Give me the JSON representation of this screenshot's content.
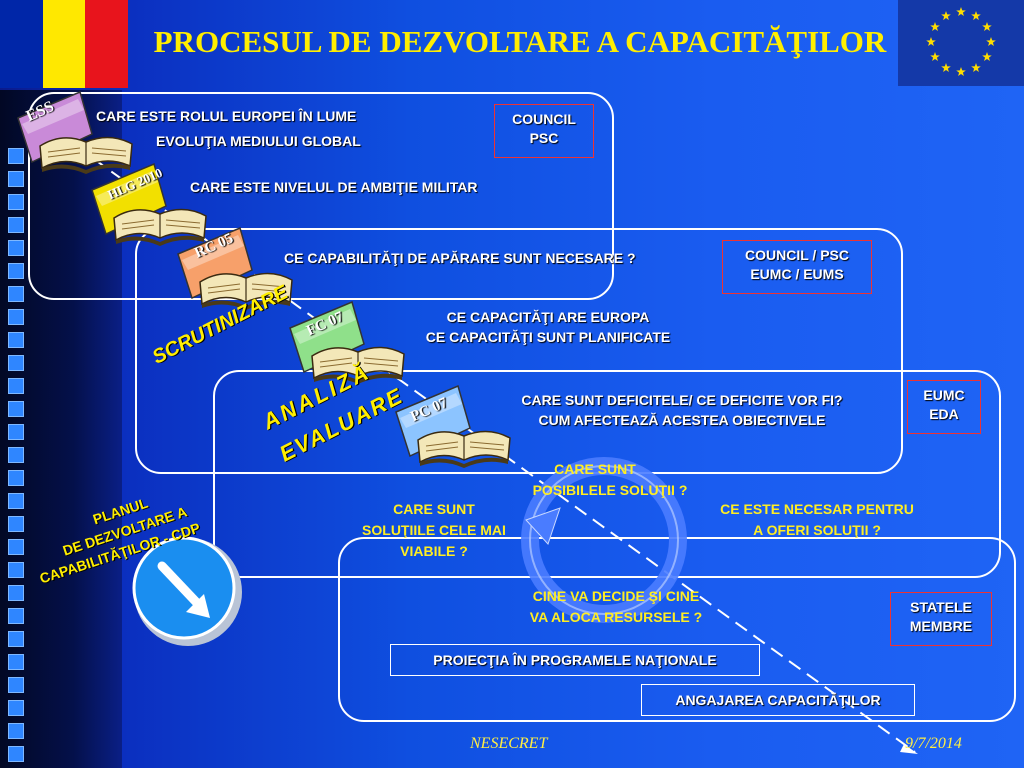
{
  "title": "PROCESUL DE DEZVOLTARE A CAPACITĂŢILOR",
  "colors": {
    "flag_blue": "#0026a8",
    "flag_yellow": "#ffe800",
    "flag_red": "#e8141c",
    "title_yellow": "#ffee00",
    "accent_red_border": "#e33333"
  },
  "folders": [
    {
      "label": "ESS",
      "color": "#c98ad8"
    },
    {
      "label": "HLG 2010",
      "color": "#f2e000"
    },
    {
      "label": "RC 05",
      "color": "#f7a06a"
    },
    {
      "label": "FC 07",
      "color": "#8fe08a"
    },
    {
      "label": "PC 07",
      "color": "#8cc4ff"
    }
  ],
  "questions": {
    "q1": "CARE ESTE ROLUL EUROPEI ÎN LUME",
    "q2": "EVOLUŢIA MEDIULUI GLOBAL",
    "q3": "CARE ESTE NIVELUL DE AMBIŢIE MILITAR",
    "q4": "CE CAPABILITĂŢI DE APĂRARE SUNT NECESARE ?",
    "q5a": "CE CAPACITĂŢI ARE EUROPA",
    "q5b": "CE CAPACITĂŢI SUNT PLANIFICATE",
    "q6a": "CARE SUNT DEFICITELE/ CE DEFICITE VOR FI?",
    "q6b": "CUM AFECTEAZĂ ACESTEA OBIECTIVELE"
  },
  "cycle": {
    "top_a": "CARE SUNT",
    "top_b": "POSIBILELE SOLUŢII ?",
    "left_a": "CARE SUNT",
    "left_b": "SOLUŢIILE CELE MAI",
    "left_c": "VIABILE ?",
    "right_a": "CE ESTE NECESAR PENTRU",
    "right_b": "A OFERI SOLUŢII ?",
    "bottom_a": "CINE VA DECIDE ŞI CINE",
    "bottom_b": "VA ALOCA RESURSELE ?"
  },
  "actors": {
    "a1_a": "COUNCIL",
    "a1_b": "PSC",
    "a2_a": "COUNCIL / PSC",
    "a2_b": "EUMC / EUMS",
    "a3_a": "EUMC",
    "a3_b": "EDA",
    "a4_a": "STATELE",
    "a4_b": "MEMBRE"
  },
  "outputs": {
    "o1": "PROIECŢIA ÎN PROGRAMELE NAŢIONALE",
    "o2": "ANGAJAREA CAPACITĂŢILOR"
  },
  "rotated": {
    "scrutinizare": "SCRUTINIZARE",
    "analiza": "ANALIZĂ",
    "evaluare": "EVALUARE",
    "cdp_a": "PLANUL",
    "cdp_b": "DE DEZVOLTARE A",
    "cdp_c": "CAPABILITĂŢILOR - CDP"
  },
  "footer": {
    "classification": "NESECRET",
    "date": "9/7/2014"
  }
}
